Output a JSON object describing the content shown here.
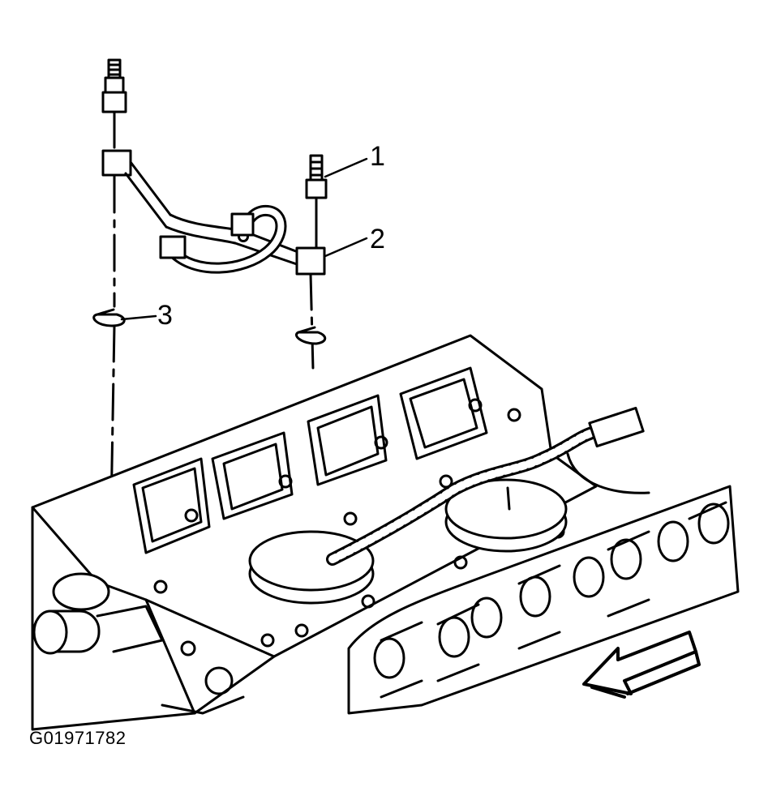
{
  "callouts": [
    {
      "label": "1",
      "part": "stud"
    },
    {
      "label": "2",
      "part": "harness clip"
    },
    {
      "label": "3",
      "part": "nut"
    }
  ],
  "figure_id": "G01971782",
  "colors": {
    "ink": "#000000",
    "paper": "#ffffff"
  },
  "icons": {
    "direction_arrow": "front-arrow-icon"
  }
}
